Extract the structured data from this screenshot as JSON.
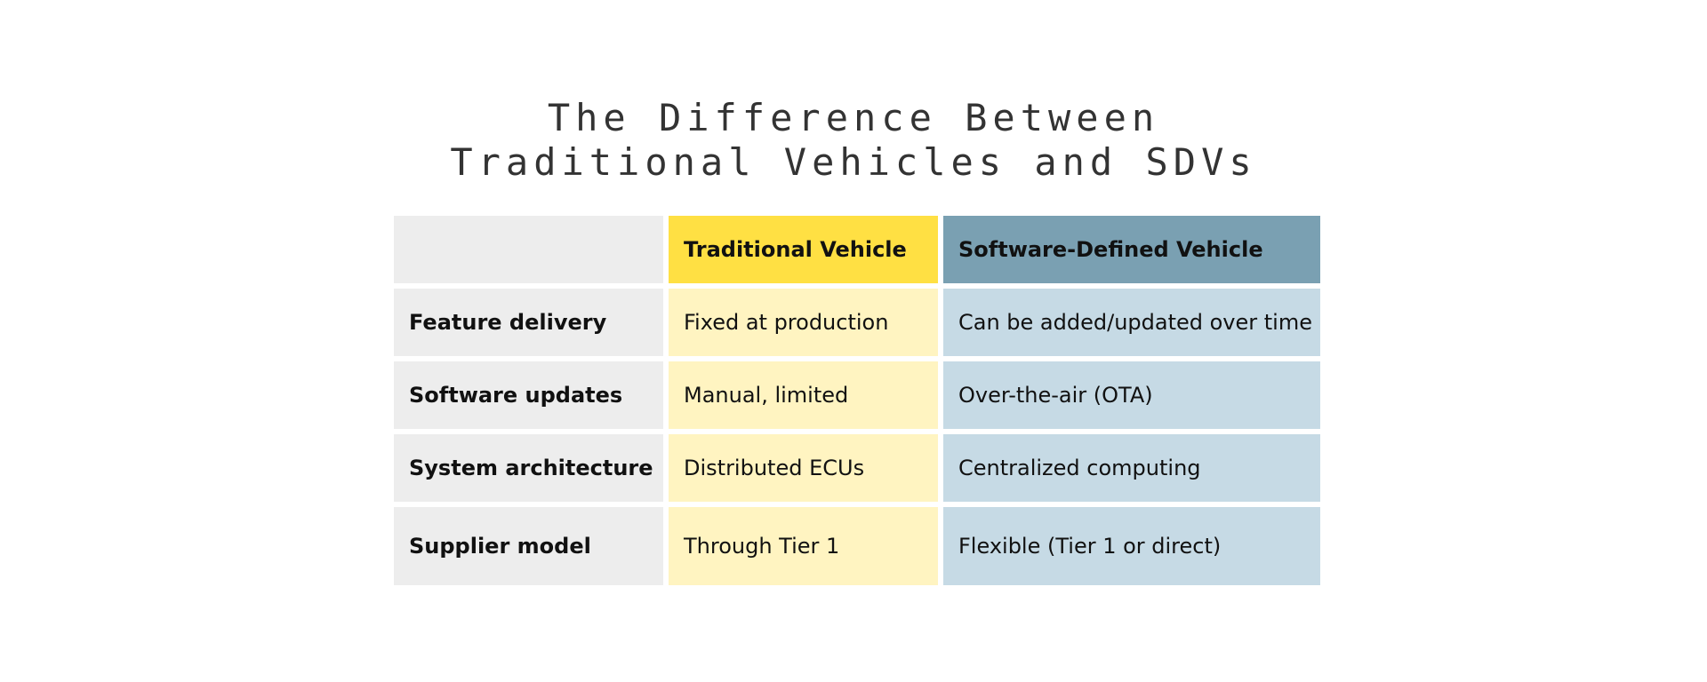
{
  "title": {
    "line1": "The Difference Between",
    "line2": "Traditional Vehicles and SDVs"
  },
  "table": {
    "headers": [
      "",
      "Traditional Vehicle",
      "Software-Defined Vehicle"
    ],
    "rows": [
      {
        "label": "Feature delivery",
        "traditional": "Fixed at production",
        "sdv": "Can be added/updated over time"
      },
      {
        "label": "Software updates",
        "traditional": "Manual, limited",
        "sdv": "Over-the-air (OTA)"
      },
      {
        "label": "System architecture",
        "traditional": "Distributed ECUs",
        "sdv": "Centralized computing"
      },
      {
        "label": "Supplier model",
        "traditional": "Through Tier 1",
        "sdv": "Flexible (Tier 1 or direct)"
      }
    ]
  },
  "colors": {
    "label_bg": "#ededed",
    "traditional_header": "#ffe043",
    "traditional_cell": "#fff4c1",
    "sdv_header": "#7aa0b2",
    "sdv_cell": "#c6dae5"
  }
}
